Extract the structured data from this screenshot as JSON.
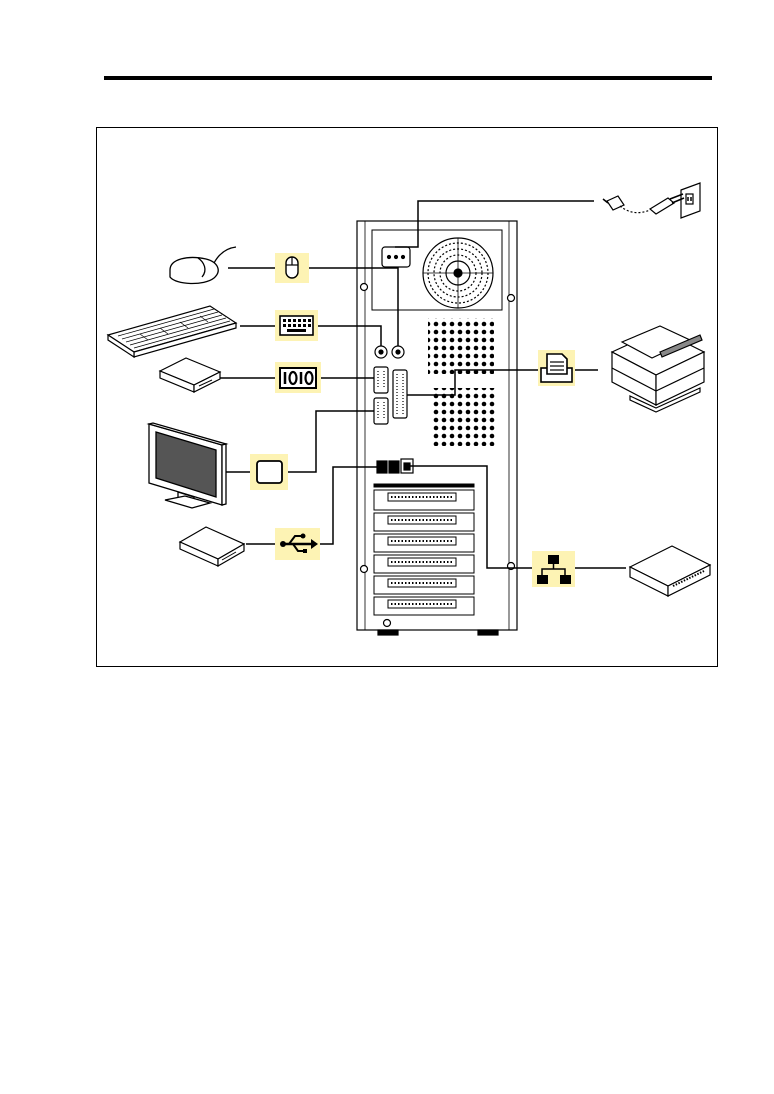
{
  "colors": {
    "icon_background": "#fdf3b4",
    "line": "#000000",
    "tower_fill": "#ffffff"
  },
  "icons": [
    "power-plug-icon",
    "mouse-port-icon",
    "keyboard-port-icon",
    "serial-port-icon",
    "monitor-port-icon",
    "usb-port-icon",
    "printer-port-icon",
    "network-port-icon"
  ],
  "devices": [
    "mouse",
    "keyboard",
    "serial-device",
    "monitor",
    "usb-device",
    "printer",
    "network-hub",
    "power-outlet"
  ]
}
